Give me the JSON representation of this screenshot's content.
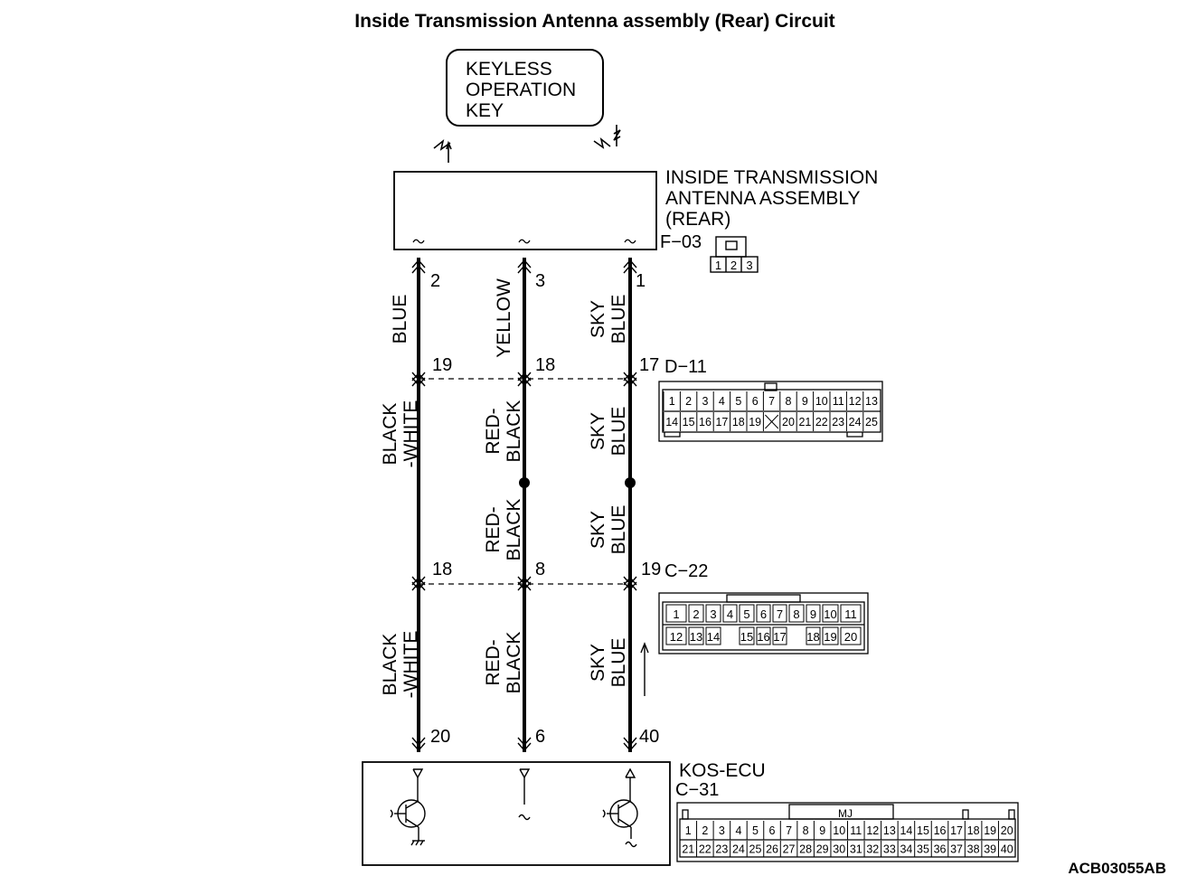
{
  "title": "Inside Transmission Antenna assembly (Rear) Circuit",
  "reference_code": "ACB03055AB",
  "key_label": [
    "KEYLESS",
    "OPERATION",
    "KEY"
  ],
  "antenna": {
    "label": [
      "INSIDE TRANSMISSION",
      "ANTENNA ASSEMBLY",
      "(REAR)"
    ],
    "connector": "F−03",
    "pins": [
      "1",
      "2",
      "3"
    ]
  },
  "ecu": {
    "label": "KOS-ECU",
    "connector": "C−31",
    "tab_label": "MJ",
    "row1": [
      "1",
      "2",
      "3",
      "4",
      "5",
      "6",
      "7",
      "8",
      "9",
      "10",
      "11",
      "12",
      "13",
      "14",
      "15",
      "16",
      "17",
      "18",
      "19",
      "20"
    ],
    "row2": [
      "21",
      "22",
      "23",
      "24",
      "25",
      "26",
      "27",
      "28",
      "29",
      "30",
      "31",
      "32",
      "33",
      "34",
      "35",
      "36",
      "37",
      "38",
      "39",
      "40"
    ]
  },
  "junction_d11": {
    "connector": "D−11",
    "row1": [
      "1",
      "2",
      "3",
      "4",
      "5",
      "6",
      "7",
      "8",
      "9",
      "10",
      "11",
      "12",
      "13"
    ],
    "row2": [
      "14",
      "15",
      "16",
      "17",
      "18",
      "19",
      "",
      "20",
      "21",
      "22",
      "23",
      "24",
      "25"
    ]
  },
  "junction_c22": {
    "connector": "C−22",
    "row1": [
      "1",
      "2",
      "3",
      "4",
      "5",
      "6",
      "7",
      "8",
      "9",
      "10",
      "11"
    ],
    "row2": [
      "12",
      "13",
      "14",
      "15",
      "16",
      "17",
      "18",
      "19",
      "20"
    ]
  },
  "wires": [
    {
      "top_pin": "2",
      "d11_pin": "19",
      "c22_pin": "18",
      "ecu_pin": "20",
      "color_top": [
        "BLUE"
      ],
      "color_mid": [
        "BLACK",
        "-WHITE"
      ],
      "color_bottom": [
        "BLACK",
        "-WHITE"
      ]
    },
    {
      "top_pin": "3",
      "d11_pin": "18",
      "c22_pin": "8",
      "ecu_pin": "6",
      "color_top": [
        "YELLOW"
      ],
      "color_mid": [
        "RED-",
        "BLACK"
      ],
      "color_mid2": [
        "RED-",
        "BLACK"
      ],
      "color_bottom": [
        "RED-",
        "BLACK"
      ]
    },
    {
      "top_pin": "1",
      "d11_pin": "17",
      "c22_pin": "19",
      "ecu_pin": "40",
      "color_top": [
        "SKY",
        "BLUE"
      ],
      "color_mid": [
        "SKY",
        "BLUE"
      ],
      "color_mid2": [
        "SKY",
        "BLUE"
      ],
      "color_bottom": [
        "SKY",
        "BLUE"
      ]
    }
  ]
}
